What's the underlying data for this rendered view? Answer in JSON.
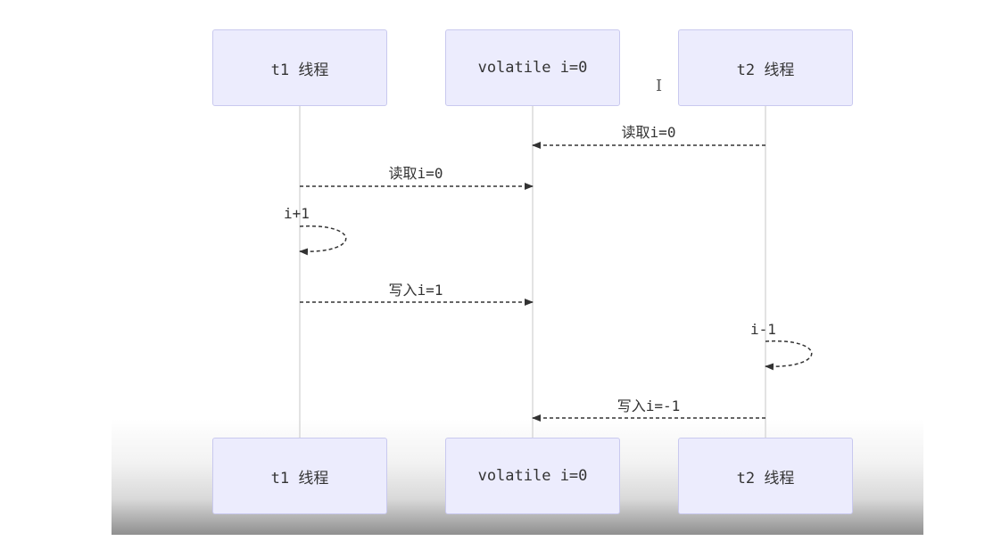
{
  "participants": {
    "t1": "t1 线程",
    "vol": "volatile i=0",
    "t2": "t2 线程"
  },
  "messages": [
    {
      "from": "t2",
      "to": "vol",
      "label": "读取i=0"
    },
    {
      "from": "t1",
      "to": "vol",
      "label": "读取i=0"
    },
    {
      "from": "t1",
      "to": "t1",
      "label": "i+1"
    },
    {
      "from": "t1",
      "to": "vol",
      "label": "写入i=1"
    },
    {
      "from": "t2",
      "to": "t2",
      "label": "i-1"
    },
    {
      "from": "t2",
      "to": "vol",
      "label": "写入i=-1"
    }
  ],
  "colors": {
    "participant_fill": "#ececfd",
    "participant_border": "#c9c9ef",
    "lifeline": "#d0d0d0",
    "arrow": "#333333"
  },
  "cursor_icon": "text-cursor-icon"
}
